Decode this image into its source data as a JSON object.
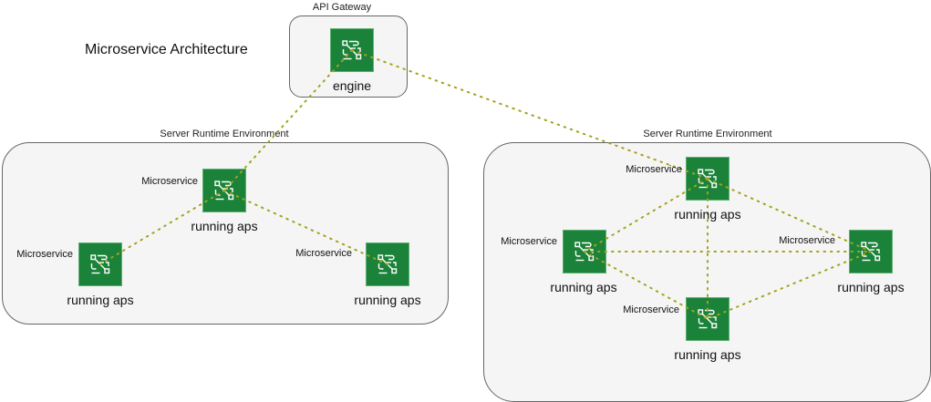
{
  "title": "Microservice Architecture",
  "colors": {
    "node_fill": "#1b823a",
    "edge": "#a3a21c",
    "container_fill": "#f5f5f5",
    "container_border": "#666666"
  },
  "gateway": {
    "container_label": "API Gateway",
    "node_label": "engine",
    "icon": "application-icon"
  },
  "environments": [
    {
      "label": "Server Runtime Environment",
      "services": [
        {
          "id": "l-top",
          "side_label": "Microservice",
          "label": "running aps"
        },
        {
          "id": "l-left",
          "side_label": "Microservice",
          "label": "running aps"
        },
        {
          "id": "l-right",
          "side_label": "Microservice",
          "label": "running aps"
        }
      ]
    },
    {
      "label": "Server Runtime Environment",
      "services": [
        {
          "id": "r-top",
          "side_label": "Microservice",
          "label": "running aps"
        },
        {
          "id": "r-left",
          "side_label": "Microservice",
          "label": "running aps"
        },
        {
          "id": "r-right",
          "side_label": "Microservice",
          "label": "running aps"
        },
        {
          "id": "r-bottom",
          "side_label": "Microservice",
          "label": "running aps"
        }
      ]
    }
  ],
  "connections": [
    [
      "engine",
      "l-top"
    ],
    [
      "engine",
      "r-top"
    ],
    [
      "l-top",
      "l-left"
    ],
    [
      "l-top",
      "l-right"
    ],
    [
      "r-top",
      "r-left"
    ],
    [
      "r-top",
      "r-right"
    ],
    [
      "r-top",
      "r-bottom"
    ],
    [
      "r-left",
      "r-right"
    ],
    [
      "r-left",
      "r-bottom"
    ],
    [
      "r-right",
      "r-bottom"
    ]
  ]
}
